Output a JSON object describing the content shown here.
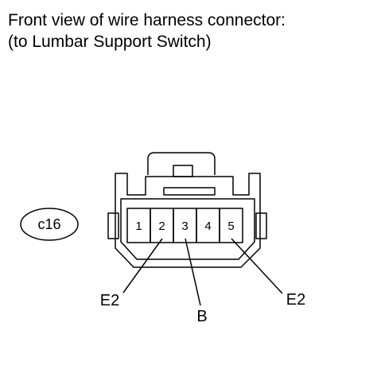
{
  "header": {
    "line1": "Front view of wire harness connector:",
    "line2": "(to Lumbar Support Switch)"
  },
  "connector": {
    "code": "c16",
    "pins": [
      "1",
      "2",
      "3",
      "4",
      "5"
    ]
  },
  "callouts": [
    {
      "pin": "2",
      "label": "E2"
    },
    {
      "pin": "3",
      "label": "B"
    },
    {
      "pin": "5",
      "label": "E2"
    }
  ]
}
